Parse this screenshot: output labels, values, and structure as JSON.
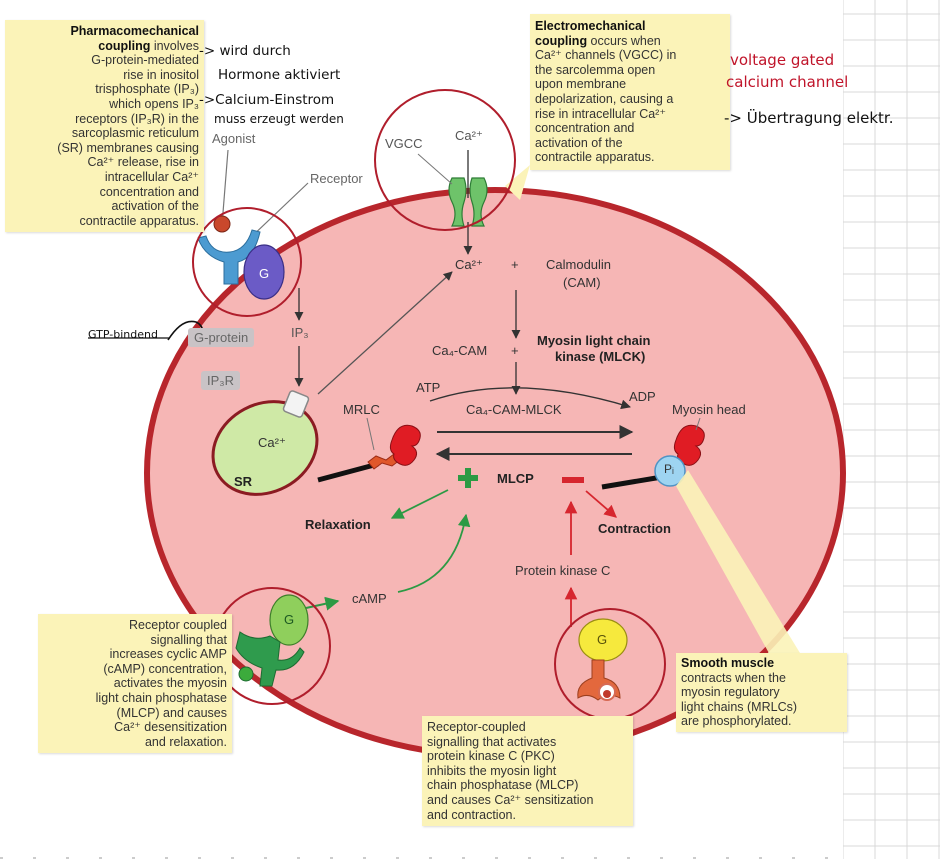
{
  "boxes": {
    "pharmaco": {
      "lines": [
        {
          "b": "Pharmacomechanical",
          "t": ""
        },
        {
          "b": "coupling",
          "t": " involves"
        },
        {
          "b": "",
          "t": "G-protein-mediated"
        },
        {
          "b": "",
          "t": "rise in inositol"
        },
        {
          "b": "",
          "t": "trisphosphate (IP₃)"
        },
        {
          "b": "",
          "t": "which opens IP₃"
        },
        {
          "b": "",
          "t": "receptors (IP₃R) in the"
        },
        {
          "b": "",
          "t": "sarcoplasmic reticulum"
        },
        {
          "b": "",
          "t": "(SR) membranes causing"
        },
        {
          "b": "",
          "t": "Ca²⁺ release, rise in"
        },
        {
          "b": "",
          "t": "intracellular Ca²⁺"
        },
        {
          "b": "",
          "t": "concentration and"
        },
        {
          "b": "",
          "t": "activation of the"
        },
        {
          "b": "",
          "t": "contractile apparatus."
        }
      ]
    },
    "electro": {
      "lines": [
        {
          "b": "Electromechanical",
          "t": ""
        },
        {
          "b": "coupling",
          "t": " occurs when"
        },
        {
          "b": "",
          "t": "Ca²⁺ channels (VGCC) in"
        },
        {
          "b": "",
          "t": "the sarcolemma open"
        },
        {
          "b": "",
          "t": "upon membrane"
        },
        {
          "b": "",
          "t": "depolarization, causing a"
        },
        {
          "b": "",
          "t": "rise in intracellular Ca²⁺"
        },
        {
          "b": "",
          "t": "concentration and"
        },
        {
          "b": "",
          "t": "activation of the"
        },
        {
          "b": "",
          "t": "contractile apparatus."
        }
      ]
    },
    "camp": {
      "lines": [
        {
          "b": "",
          "t": "Receptor coupled"
        },
        {
          "b": "",
          "t": "signalling that"
        },
        {
          "b": "",
          "t": "increases cyclic AMP"
        },
        {
          "b": "",
          "t": "(cAMP) concentration,"
        },
        {
          "b": "",
          "t": "activates the myosin"
        },
        {
          "b": "",
          "t": "light chain phosphatase"
        },
        {
          "b": "",
          "t": "(MLCP) and  causes"
        },
        {
          "b": "",
          "t": "Ca²⁺ desensitization"
        },
        {
          "b": "",
          "t": "and relaxation."
        }
      ]
    },
    "pkc": {
      "lines": [
        {
          "b": "",
          "t": "Receptor-coupled"
        },
        {
          "b": "",
          "t": "signalling that activates"
        },
        {
          "b": "",
          "t": "protein kinase C (PKC)"
        },
        {
          "b": "",
          "t": "inhibits the myosin light"
        },
        {
          "b": "",
          "t": "chain phosphatase (MLCP)"
        },
        {
          "b": "",
          "t": "and causes Ca²⁺ sensitization"
        },
        {
          "b": "",
          "t": "and contraction."
        }
      ]
    },
    "smooth": {
      "lines": [
        {
          "b": "Smooth muscle",
          "t": ""
        },
        {
          "b": "",
          "t": "contracts when the"
        },
        {
          "b": "",
          "t": "myosin regulatory"
        },
        {
          "b": "",
          "t": "light chains (MRLCs)"
        },
        {
          "b": "",
          "t": "are phosphorylated."
        }
      ]
    }
  },
  "notes": {
    "wird": "-> wird durch",
    "hormone": "Hormone aktiviert",
    "calcium": "->Calcium-Einstrom",
    "muss": "muss erzeugt werden",
    "gtp": "GTP-bindend",
    "voltage1": "voltage gated",
    "voltage2": "calcium channel",
    "uebertragung": "-> Übertragung elektr."
  },
  "labels": {
    "agonist": "Agonist",
    "receptor": "Receptor",
    "g": "G",
    "gprotein": "G-protein",
    "ip3": "IP₃",
    "ip3r": "IP₃R",
    "vgcc": "VGCC",
    "ca_top": "Ca²⁺",
    "ca_cell": "Ca²⁺",
    "plus1": "+",
    "calmodulin": "Calmodulin",
    "cam": "(CAM)",
    "ca4cam": "Ca₄-CAM",
    "plus2": "+",
    "mlck1": "Myosin light chain",
    "mlck2": "kinase (MLCK)",
    "atp": "ATP",
    "ca4cammlck": "Ca₄-CAM-MLCK",
    "adp": "ADP",
    "myosinhead": "Myosin head",
    "mrlc": "MRLC",
    "ca_sr": "Ca²⁺",
    "sr": "SR",
    "mlcp": "MLCP",
    "pi": "Pᵢ",
    "relaxation": "Relaxation",
    "contraction": "Contraction",
    "camp": "cAMP",
    "pkc": "Protein kinase C",
    "g_camp": "G",
    "g_pkc": "G"
  },
  "colors": {
    "cell_fill": "#f6b6b5",
    "membrane": "#b8262c",
    "box_fill": "#fbf3b8",
    "circle": "#b01e2c",
    "green": "#2c9a44",
    "red": "#d6262e"
  }
}
